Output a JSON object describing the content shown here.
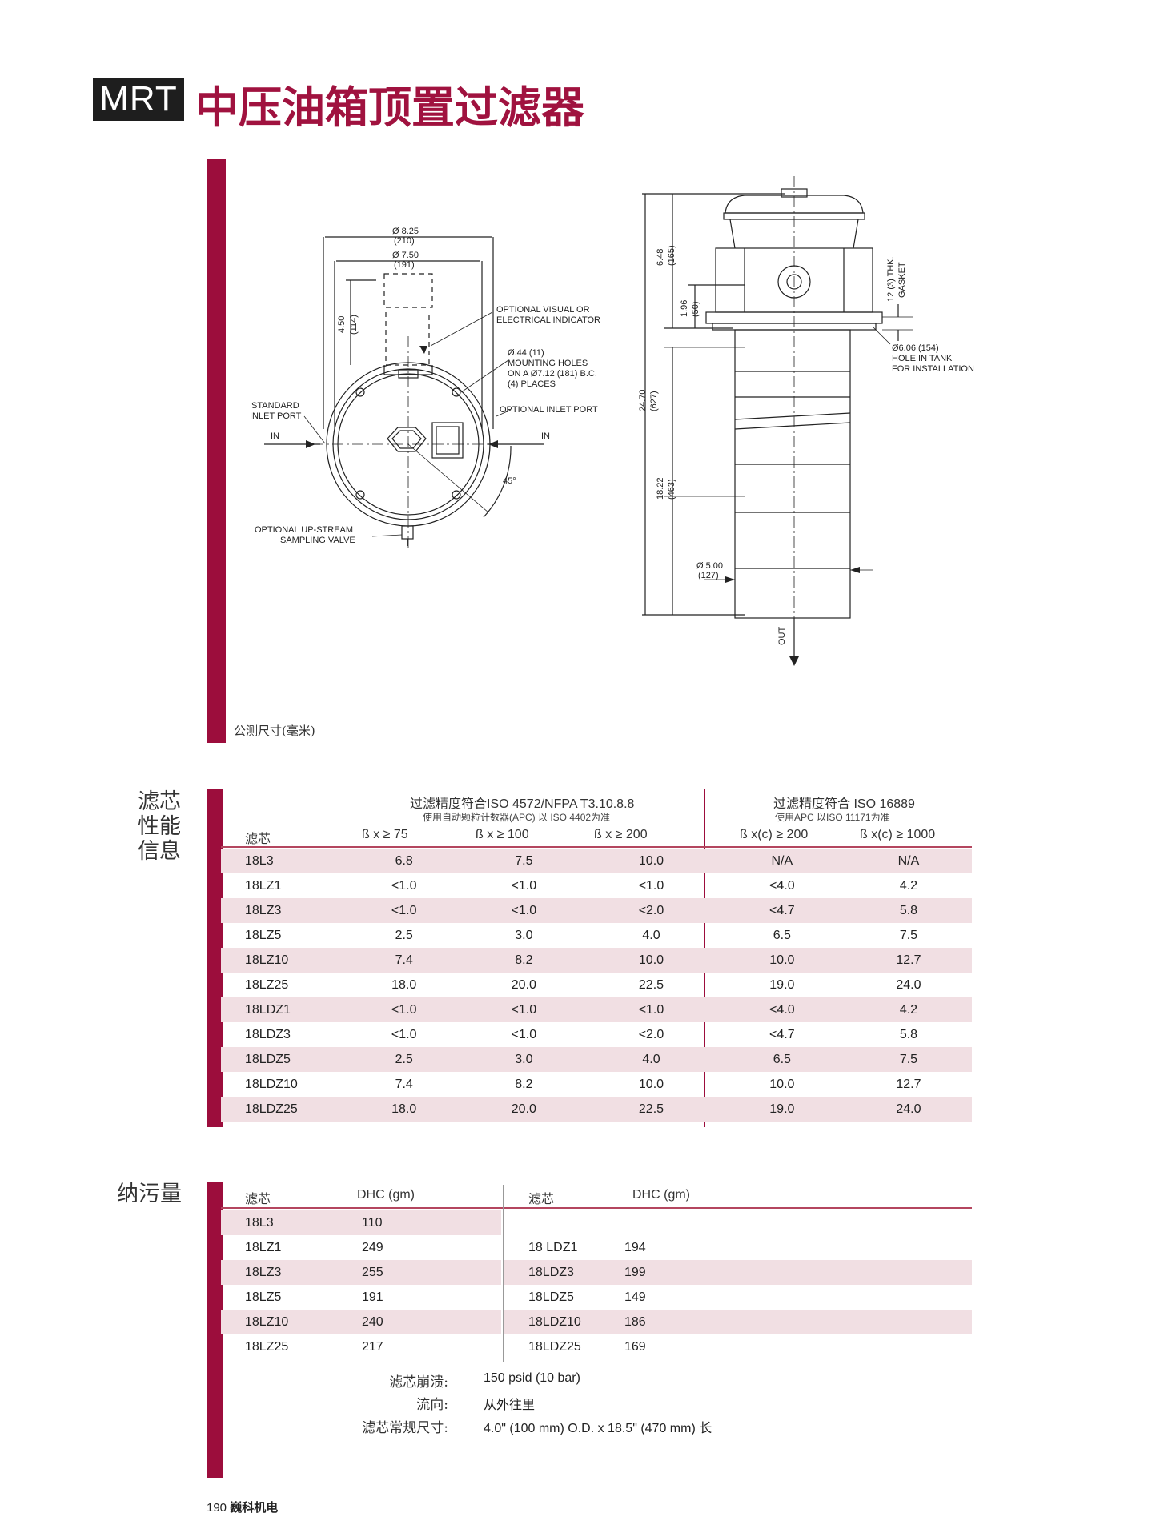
{
  "header": {
    "badge": "MRT",
    "title": "中压油箱顶置过滤器"
  },
  "drawing": {
    "caption": "公测尺寸(毫米)",
    "top_view": {
      "dim_outer": "Ø 8.25",
      "dim_outer_mm": "(210)",
      "dim_inner": "Ø 7.50",
      "dim_inner_mm": "(191)",
      "dim_height": "4.50",
      "dim_height_mm": "(114)",
      "indicator_1": "OPTIONAL VISUAL OR",
      "indicator_2": "ELECTRICAL INDICATOR",
      "holes_1": "Ø.44 (11)",
      "holes_2": "MOUNTING HOLES",
      "holes_3": "ON A Ø7.12 (181) B.C.",
      "holes_4": "(4) PLACES",
      "optional_inlet": "OPTIONAL INLET PORT",
      "standard_inlet_1": "STANDARD",
      "standard_inlet_2": "INLET PORT",
      "in_left": "IN",
      "in_right": "IN",
      "angle": "45°",
      "sampling_1": "OPTIONAL UP-STREAM",
      "sampling_2": "SAMPLING VALVE"
    },
    "side_view": {
      "dim_648": "6.48",
      "dim_648_mm": "(165)",
      "dim_196": "1.96",
      "dim_196_mm": "(50)",
      "dim_2470": "24.70",
      "dim_2470_mm": "(627)",
      "dim_1822": "18.22",
      "dim_1822_mm": "(463)",
      "gasket_1": ".12 (3) THK.",
      "gasket_2": "GASKET",
      "hole_1": "Ø6.06 (154)",
      "hole_2": "HOLE IN TANK",
      "hole_3": "FOR INSTALLATION",
      "dim_500": "Ø 5.00",
      "dim_500_mm": "(127)",
      "out": "OUT"
    }
  },
  "performance": {
    "section_label": [
      "滤芯",
      "性能",
      "信息"
    ],
    "group1_title": "过滤精度符合ISO 4572/NFPA T3.10.8.8",
    "group1_sub": "使用自动颗粒计数器(APC) 以 ISO 4402为准",
    "group2_title": "过滤精度符合 ISO 16889",
    "group2_sub": "使用APC 以ISO 11171为准",
    "columns": [
      "滤芯",
      "ß x ≥ 75",
      "ß x ≥ 100",
      "ß x ≥ 200",
      "ß x(c) ≥ 200",
      "ß x(c) ≥ 1000"
    ],
    "rows": [
      [
        "18L3",
        "6.8",
        "7.5",
        "10.0",
        "N/A",
        "N/A"
      ],
      [
        "18LZ1",
        "<1.0",
        "<1.0",
        "<1.0",
        "<4.0",
        "4.2"
      ],
      [
        "18LZ3",
        "<1.0",
        "<1.0",
        "<2.0",
        "<4.7",
        "5.8"
      ],
      [
        "18LZ5",
        "2.5",
        "3.0",
        "4.0",
        "6.5",
        "7.5"
      ],
      [
        "18LZ10",
        "7.4",
        "8.2",
        "10.0",
        "10.0",
        "12.7"
      ],
      [
        "18LZ25",
        "18.0",
        "20.0",
        "22.5",
        "19.0",
        "24.0"
      ],
      [
        "18LDZ1",
        "<1.0",
        "<1.0",
        "<1.0",
        "<4.0",
        "4.2"
      ],
      [
        "18LDZ3",
        "<1.0",
        "<1.0",
        "<2.0",
        "<4.7",
        "5.8"
      ],
      [
        "18LDZ5",
        "2.5",
        "3.0",
        "4.0",
        "6.5",
        "7.5"
      ],
      [
        "18LDZ10",
        "7.4",
        "8.2",
        "10.0",
        "10.0",
        "12.7"
      ],
      [
        "18LDZ25",
        "18.0",
        "20.0",
        "22.5",
        "19.0",
        "24.0"
      ]
    ]
  },
  "dhc": {
    "section_label": "纳污量",
    "col_element": "滤芯",
    "col_dhc": "DHC (gm)",
    "left_rows": [
      [
        "18L3",
        "110"
      ],
      [
        "18LZ1",
        "249"
      ],
      [
        "18LZ3",
        "255"
      ],
      [
        "18LZ5",
        "191"
      ],
      [
        "18LZ10",
        "240"
      ],
      [
        "18LZ25",
        "217"
      ]
    ],
    "right_rows": [
      [
        "18 LDZ1",
        "194"
      ],
      [
        "18LDZ3",
        "199"
      ],
      [
        "18LDZ5",
        "149"
      ],
      [
        "18LDZ10",
        "186"
      ],
      [
        "18LDZ25",
        "169"
      ]
    ]
  },
  "specs": {
    "collapse_label": "滤芯崩溃:",
    "collapse_value": "150 psid (10 bar)",
    "flow_label": "流向:",
    "flow_value": "从外往里",
    "size_label": "滤芯常规尺寸:",
    "size_value": "4.0\" (100 mm) O.D. x 18.5\" (470 mm) 长"
  },
  "footer": {
    "page": "190",
    "brand": "巍科机电"
  }
}
